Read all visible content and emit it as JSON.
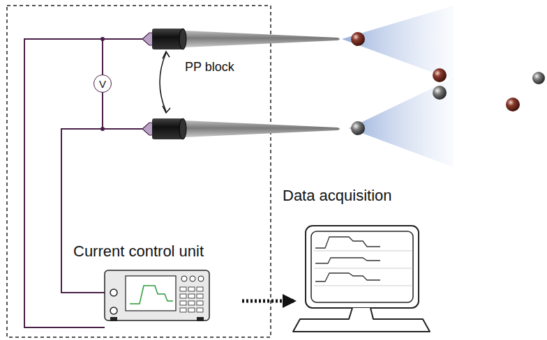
{
  "diagram": {
    "nodes": [
      {
        "text": [
          "V"
        ]
      },
      {
        "text": [
          "Current control unit"
        ]
      },
      {
        "text": [
          "Data acquisition"
        ]
      }
    ],
    "edges": [
      {
        "from": 1,
        "to": 2,
        "arrow": "to"
      }
    ],
    "labels": [
      "PP block"
    ]
  }
}
